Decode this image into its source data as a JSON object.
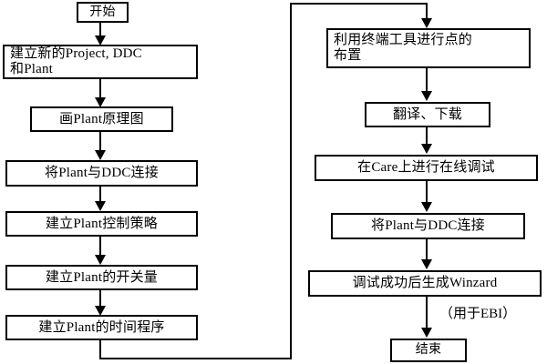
{
  "diagram": {
    "title": "Plant/DDC engineering workflow flowchart",
    "background_color": "#ffffff",
    "line_color": "#000000",
    "text_color": "#000000",
    "left_column": {
      "nodes": [
        {
          "id": "start",
          "label": "开始"
        },
        {
          "id": "create-project",
          "label": "建立新的Project, DDC\n和Plant"
        },
        {
          "id": "draw-schematic",
          "label": "画Plant原理图"
        },
        {
          "id": "connect-plant-1",
          "label": "将Plant与DDC连接"
        },
        {
          "id": "control-strategy",
          "label": "建立Plant控制策略"
        },
        {
          "id": "switch-quantity",
          "label": "建立Plant的开关量"
        },
        {
          "id": "time-program",
          "label": "建立Plant的时间程序"
        }
      ]
    },
    "right_column": {
      "nodes": [
        {
          "id": "point-layout",
          "label": "利用终端工具进行点的\n布置"
        },
        {
          "id": "translate-download",
          "label": "翻译、下载"
        },
        {
          "id": "online-debug",
          "label": "在Care上进行在线调试"
        },
        {
          "id": "connect-plant-2",
          "label": "将Plant与DDC连接"
        },
        {
          "id": "generate-winzard",
          "label": "调试成功后生成Winzard"
        },
        {
          "id": "end",
          "label": "结束"
        }
      ],
      "annotation": "（用于EBI）"
    }
  }
}
